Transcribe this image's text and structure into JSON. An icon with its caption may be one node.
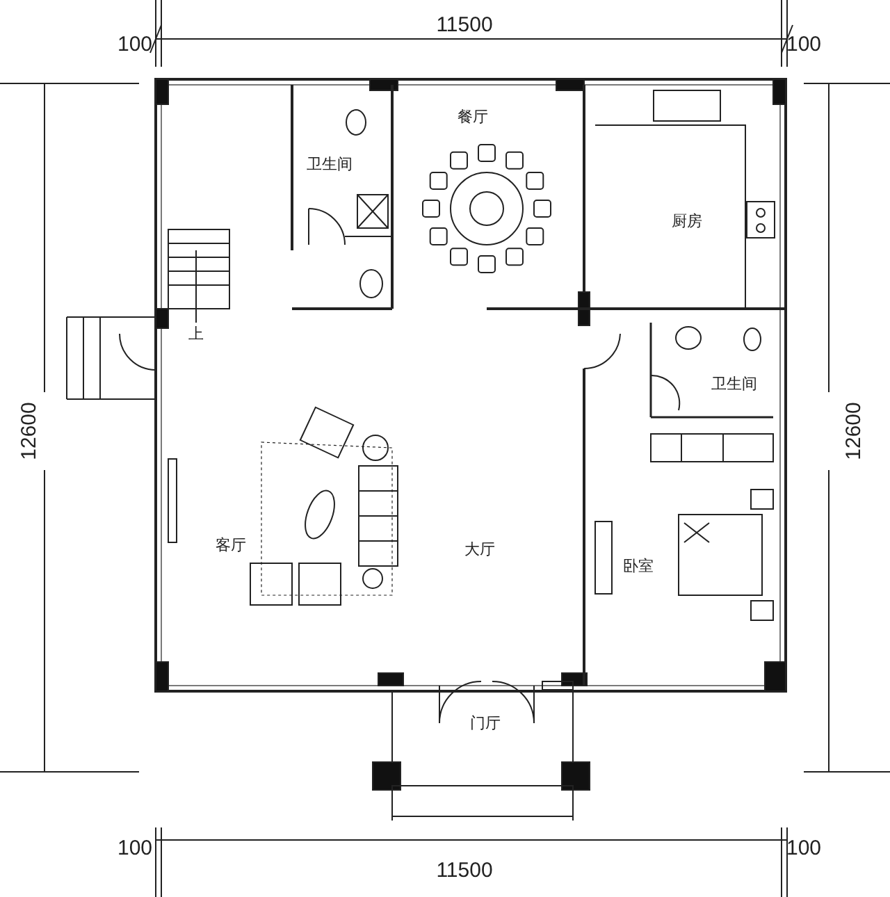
{
  "diagram": {
    "labels": [
      "11500",
      "100",
      "100",
      "卫生间",
      "餐厅",
      "厨房",
      "上",
      "12600",
      "卫生间",
      "12600",
      "客厅",
      "大厅",
      "卧室",
      "门厅",
      "100",
      "100",
      "11500"
    ]
  }
}
